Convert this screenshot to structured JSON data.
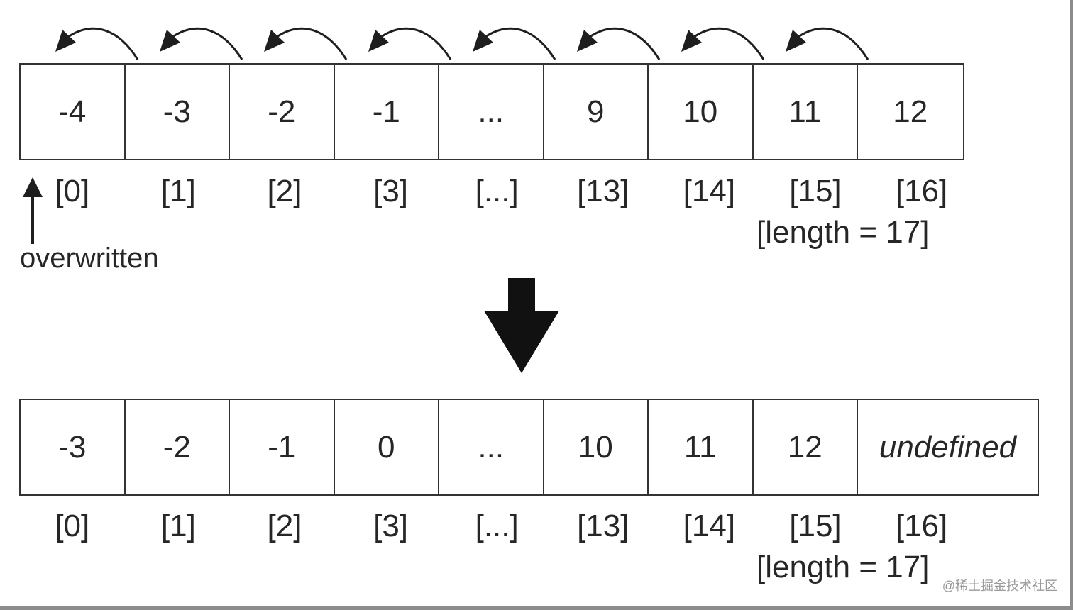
{
  "before": {
    "cells": [
      "-4",
      "-3",
      "-2",
      "-1",
      "...",
      "9",
      "10",
      "11",
      "12"
    ],
    "indices": [
      "[0]",
      "[1]",
      "[2]",
      "[3]",
      "[...]",
      "[13]",
      "[14]",
      "[15]",
      "[16]"
    ],
    "length_label": "[length = 17]",
    "overwritten_label": "overwritten"
  },
  "after": {
    "cells": [
      "-3",
      "-2",
      "-1",
      "0",
      "...",
      "10",
      "11",
      "12",
      "undefined"
    ],
    "indices": [
      "[0]",
      "[1]",
      "[2]",
      "[3]",
      "[...]",
      "[13]",
      "[14]",
      "[15]",
      "[16]"
    ],
    "length_label": "[length = 17]"
  },
  "watermark": "@稀土掘金技术社区",
  "colors": {
    "background": "#ffffff",
    "ink": "#222222",
    "frame": "#8c8c8c"
  }
}
